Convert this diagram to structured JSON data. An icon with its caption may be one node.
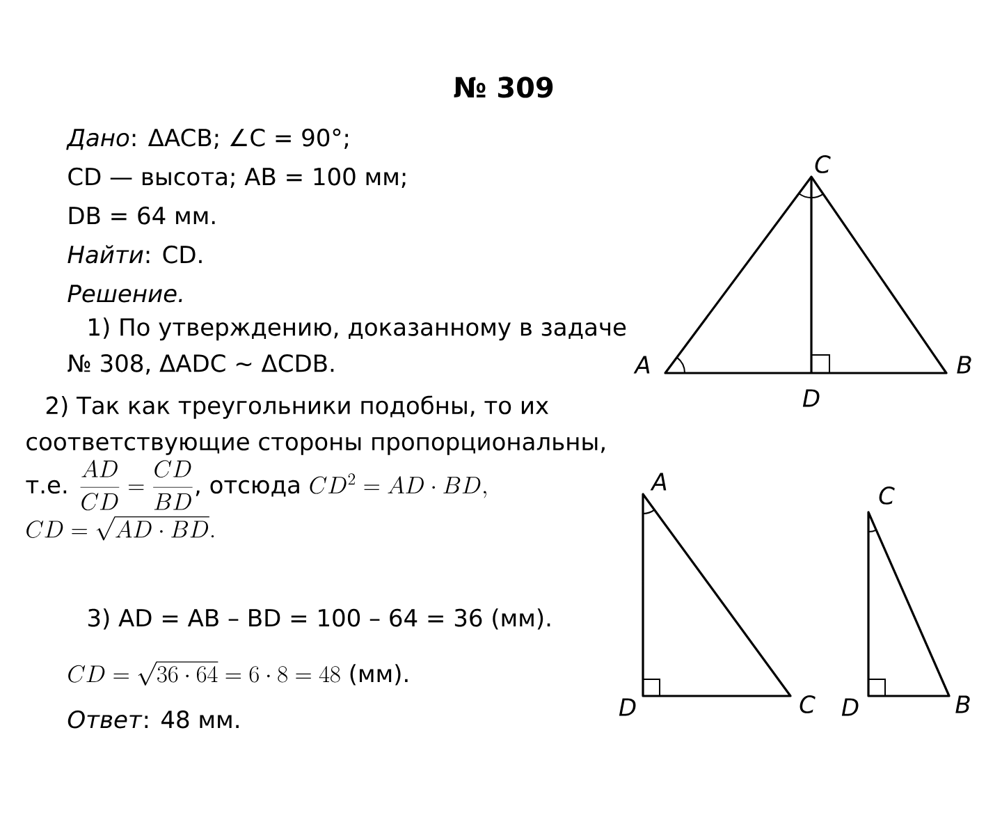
{
  "diagram": {
    "title": "№ 309",
    "labels": [
      "*Дано*: ΔACB; ∠C = 90°;",
      "CD — высота; AB = 100 мм;",
      "DB = 64 мм.",
      "*Найти*: CD.",
      "Решение.",
      "1) По утверждению, доказанному в задаче № 308, ΔADC ~ ΔCDB.",
      "2) Так как треугольники подобны, то их соответствующие стороны пропорциональны, т.е.",
      "\\frac{AD}{CD}=\\frac{CD}{BD}",
      ", отсюда",
      "CD^2 = AD\\cdot BD,",
      "CD=\\sqrt{AD\\cdot BD}.",
      "3) AD = AB – BD = 100 – 64 = 36 (мм).",
      "CD=\\sqrt{36\\cdot 64}=6\\cdot 8=48",
      "(мм).",
      "*Ответ*: 48 мм.",
      "C",
      "A",
      "D",
      "B",
      "A",
      "D",
      "C",
      "C",
      "D",
      "B"
    ]
  }
}
